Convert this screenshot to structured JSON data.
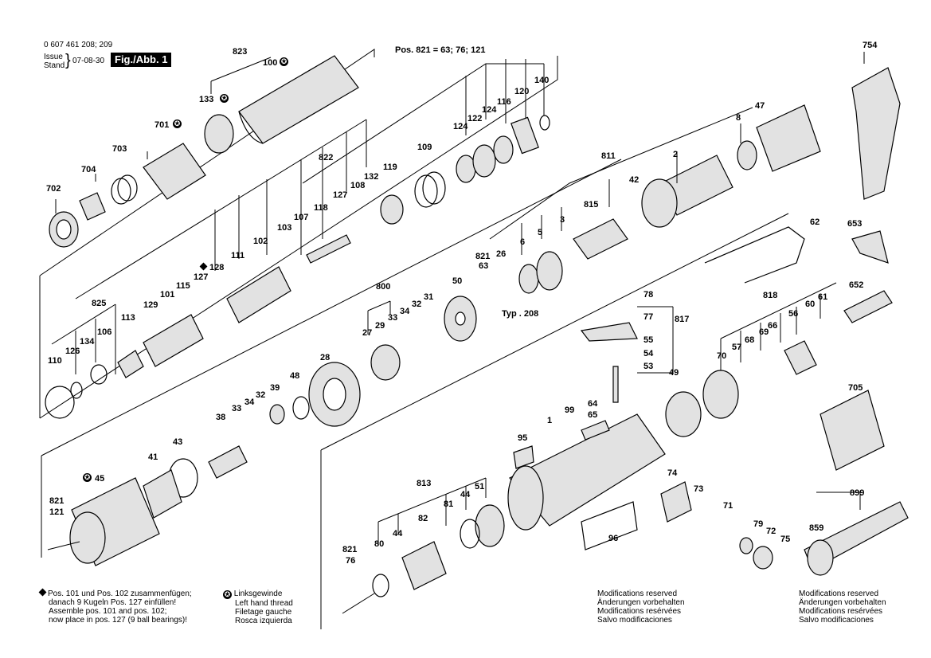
{
  "header": {
    "doc_number": "0 607 461 208; 209",
    "issue_label": "Issue",
    "stand_label": "Stand",
    "date": "07-08-30",
    "figure_label": "Fig./Abb. 1"
  },
  "pos821_note": "Pos. 821 = 63; 76; 121",
  "type_note": "Typ . 208",
  "footnotes": {
    "assembly": [
      "Pos. 101 und Pos. 102 zusammenfügen;",
      "danach 9 Kugeln Pos. 127 einfüllen!",
      "Assemble pos. 101 and pos. 102;",
      "now place in pos. 127 (9 ball bearings)!"
    ],
    "left_hand_thread": [
      "Linksgewinde",
      "Left hand thread",
      "Filetage gauche",
      "Rosca izquierda"
    ],
    "modifications_1": [
      "Modifications reserved",
      "Änderungen vorbehalten",
      "Modifications resérvées",
      "Salvo modificaciones"
    ],
    "modifications_2": [
      "Modifications reserved",
      "Änderungen vorbehalten",
      "Modifications resérvées",
      "Salvo modificaciones"
    ]
  },
  "part_labels": [
    "823",
    "100",
    "133",
    "701",
    "703",
    "704",
    "702",
    "822",
    "127",
    "108",
    "132",
    "119",
    "109",
    "124",
    "122",
    "124",
    "116",
    "120",
    "140",
    "118",
    "107",
    "103",
    "102",
    "111",
    "128",
    "127",
    "115",
    "101",
    "825",
    "129",
    "113",
    "106",
    "134",
    "126",
    "110",
    "800",
    "33",
    "34",
    "32",
    "31",
    "29",
    "27",
    "821",
    "63",
    "26",
    "6",
    "5",
    "3",
    "50",
    "811",
    "2",
    "8",
    "47",
    "42",
    "815",
    "754",
    "62",
    "653",
    "652",
    "818",
    "60",
    "61",
    "56",
    "66",
    "69",
    "68",
    "57",
    "70",
    "78",
    "77",
    "817",
    "55",
    "54",
    "53",
    "64",
    "65",
    "28",
    "48",
    "39",
    "32",
    "34",
    "33",
    "38",
    "43",
    "41",
    "45",
    "821",
    "121",
    "49",
    "705",
    "899",
    "859",
    "99",
    "1",
    "95",
    "74",
    "73",
    "71",
    "79",
    "72",
    "75",
    "96",
    "813",
    "44",
    "51",
    "82",
    "81",
    "80",
    "44",
    "821",
    "76"
  ],
  "icons": {
    "star": "left-hand-thread-star-icon",
    "diamond": "assembly-note-diamond-icon"
  },
  "colors": {
    "line": "#000000",
    "background": "#ffffff",
    "part_fill": "#e2e2e2"
  }
}
